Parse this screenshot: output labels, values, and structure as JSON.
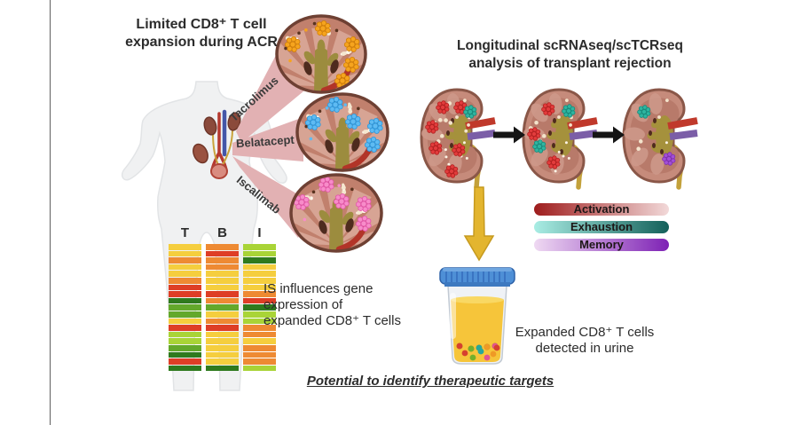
{
  "left_panel": {
    "title_lines": [
      "Limited CD8⁺ T cell",
      "expansion during ACR"
    ],
    "drug_labels": [
      {
        "label": "Tacrolimus",
        "cluster_color": "#F6A41E",
        "cluster_stroke": "#D07E06"
      },
      {
        "label": "Belatacept",
        "cluster_color": "#5FBBF2",
        "cluster_stroke": "#2B96DB"
      },
      {
        "label": "Iscalimab",
        "cluster_color": "#F78CC9",
        "cluster_stroke": "#E256A8"
      }
    ],
    "heatmap": {
      "column_headers": [
        "T",
        "B",
        "I"
      ],
      "rows": [
        [
          "#F5CE3E",
          "#EE8A33",
          "#A9D437"
        ],
        [
          "#F5CE3E",
          "#DE3E26",
          "#A9D437"
        ],
        [
          "#EE8A33",
          "#EE8A33",
          "#2F7A1E"
        ],
        [
          "#F5CE3E",
          "#EE8A33",
          "#F5CE3E"
        ],
        [
          "#F5CE3E",
          "#F5CE3E",
          "#F5CE3E"
        ],
        [
          "#EE8A33",
          "#F5CE3E",
          "#F5CE3E"
        ],
        [
          "#DE3E26",
          "#F5CE3E",
          "#F5CE3E"
        ],
        [
          "#DE3E26",
          "#DE3E26",
          "#EE8A33"
        ],
        [
          "#2F7A1E",
          "#EE8A33",
          "#DE3E26"
        ],
        [
          "#63A82B",
          "#63A82B",
          "#2F7A1E"
        ],
        [
          "#63A82B",
          "#F5CE3E",
          "#A9D437"
        ],
        [
          "#F5CE3E",
          "#EE8A33",
          "#A9D437"
        ],
        [
          "#DE3E26",
          "#DE3E26",
          "#EE8A33"
        ],
        [
          "#A9D437",
          "#F5CE3E",
          "#EE8A33"
        ],
        [
          "#A9D437",
          "#F5CE3E",
          "#F5CE3E"
        ],
        [
          "#63A82B",
          "#F5CE3E",
          "#EE8A33"
        ],
        [
          "#2F7A1E",
          "#F5CE3E",
          "#EE8A33"
        ],
        [
          "#DE3E26",
          "#F5CE3E",
          "#EE8A33"
        ],
        [
          "#2F7A1E",
          "#2F7A1E",
          "#A9D437"
        ]
      ]
    },
    "caption_lines": [
      "IS influences gene",
      "expression of",
      "expanded CD8⁺ T cells"
    ]
  },
  "right_panel": {
    "title_lines": [
      "Longitudinal scRNAseq/scTCRseq",
      "analysis of transplant rejection"
    ],
    "legend": [
      {
        "label": "Activation",
        "gradient_start": "#9E1C1C",
        "gradient_end": "#F2D9D9"
      },
      {
        "label": "Exhaustion",
        "gradient_start": "#A9EDE4",
        "gradient_end": "#14605A"
      },
      {
        "label": "Memory",
        "gradient_start": "#EFD9F2",
        "gradient_end": "#7E22B5"
      }
    ],
    "cluster_colors": {
      "activation": {
        "fill": "#E23C3C",
        "stroke": "#B21F1F"
      },
      "exhaustion": {
        "fill": "#2FB5A0",
        "stroke": "#15897A"
      },
      "memory": {
        "fill": "#A34FD6",
        "stroke": "#7C2FB0"
      }
    },
    "urine_caption_lines": [
      "Expanded CD8⁺ T cells",
      "detected in urine"
    ],
    "urine_dot_colors": [
      "#D6402F",
      "#73B02C",
      "#28A79B",
      "#EF9A25",
      "#E2558F"
    ]
  },
  "footer": {
    "text": "Potential to identify therapeutic targets"
  }
}
